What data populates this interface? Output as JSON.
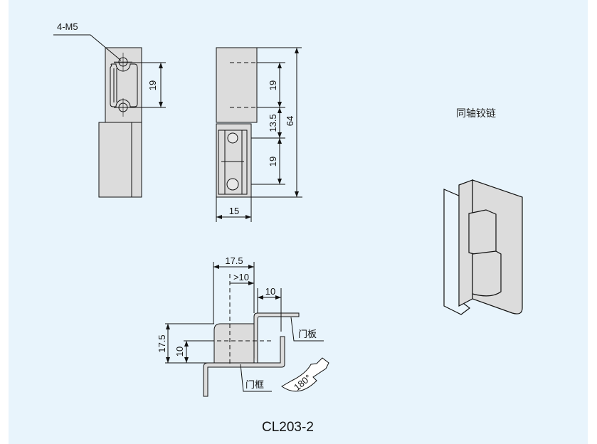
{
  "title": "CL203-2",
  "product_name": "同轴铰链",
  "labels": {
    "thread": "4-M5",
    "door_panel": "门板",
    "door_frame": "门框",
    "rotation": "180°"
  },
  "dimensions": {
    "left_hole_pitch": "19",
    "mid_hole_pitch_upper": "19",
    "mid_offset": "13.5",
    "mid_hole_pitch_lower": "19",
    "overall_height": "64",
    "width": "15",
    "bottom_width": "17.5",
    "bottom_offset": ">10",
    "gap": "10",
    "bottom_height": "17.5",
    "bottom_axis_height": "10"
  },
  "colors": {
    "background": "#e8f4fc",
    "part_fill": "#dcdcdc",
    "line": "#111111"
  }
}
